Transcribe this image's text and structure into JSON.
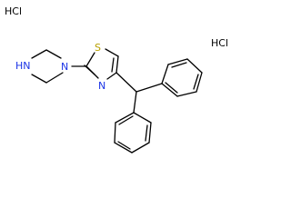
{
  "diagram": {
    "type": "chemical-structure",
    "salt_left": "HCl",
    "salt_right": "HCl",
    "atom_labels": {
      "piperazine_nh": "HN",
      "piperazine_n": "N",
      "thiazole_s": "S",
      "thiazole_n": "N"
    },
    "colors": {
      "sulfur": "#b8a000",
      "nitrogen": "#1a33e6",
      "bond": "#000000"
    }
  }
}
